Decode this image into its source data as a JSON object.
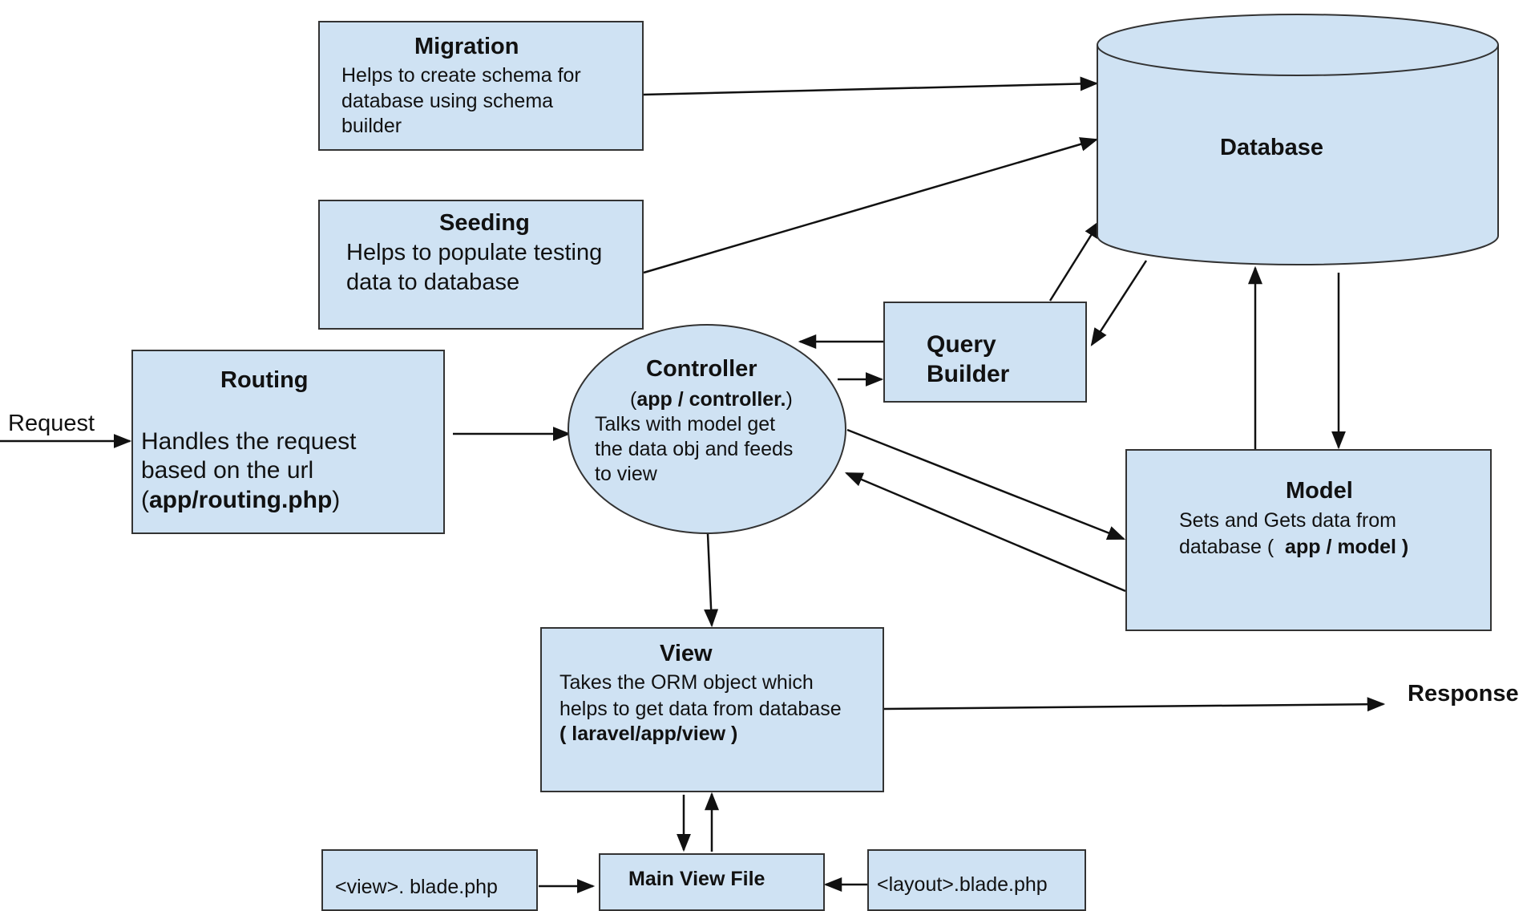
{
  "migration": {
    "title": "Migration",
    "lines": [
      "Helps to create schema for",
      "database using schema",
      "builder"
    ]
  },
  "seeding": {
    "title": "Seeding",
    "lines": [
      "Helps to populate testing",
      "data to database"
    ]
  },
  "routing": {
    "title": "Routing",
    "lines": [
      "Handles the request",
      "based on the url"
    ],
    "path_open": "(",
    "path": "app/routing.php",
    "path_close": ")"
  },
  "controller": {
    "title": "Controller",
    "path_open": "(",
    "path": "app / controller.",
    "path_close": ")",
    "lines": [
      "Talks with model get",
      "the data obj and feeds",
      "to view"
    ]
  },
  "query_builder": {
    "lines": [
      "Query",
      "Builder"
    ]
  },
  "database": {
    "title": "Database"
  },
  "model": {
    "title": "Model",
    "line1": "Sets and Gets data from",
    "line2_prefix": "database  (",
    "path": "app / model )"
  },
  "view": {
    "title": "View",
    "lines": [
      "Takes the ORM object which",
      "helps to get data from database"
    ],
    "path": "( laravel/app/view )"
  },
  "main_view_file": {
    "label": "Main View File"
  },
  "view_blade": {
    "label": "<view>. blade.php"
  },
  "layout_blade": {
    "label": "<layout>.blade.php"
  },
  "request_label": "Request",
  "response_label": "Response"
}
